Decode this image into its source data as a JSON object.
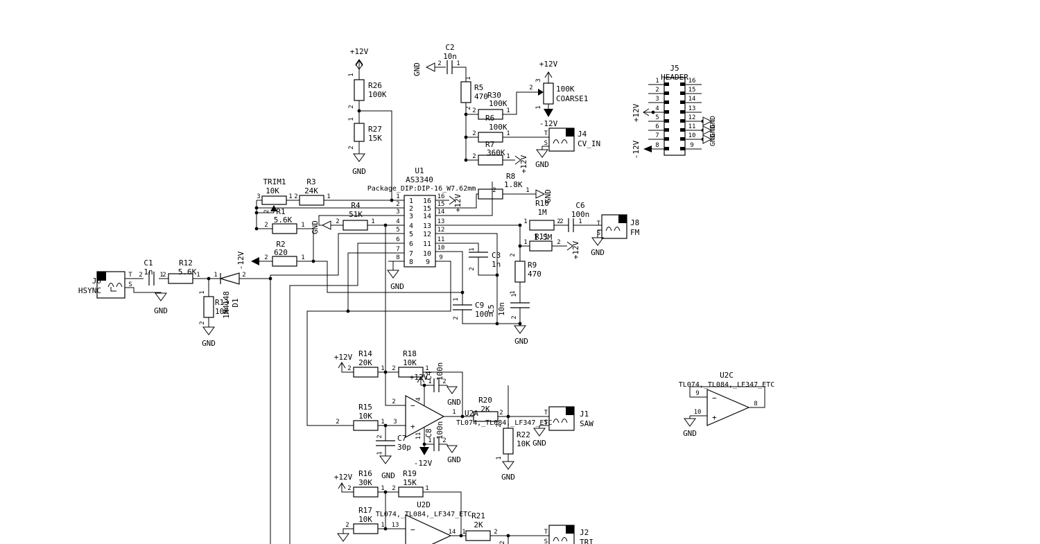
{
  "schematic": {
    "nets": {
      "p12v": "+12V",
      "n12v": "-12V",
      "gnd": "GND"
    },
    "pn": {
      "1": "1",
      "2": "2",
      "3": "3",
      "4": "4",
      "5": "5",
      "6": "6",
      "7": "7",
      "8": "8",
      "9": "9",
      "10": "10",
      "11": "11",
      "12": "12",
      "13": "13",
      "14": "14",
      "15": "15",
      "16": "16",
      "T": "T",
      "S": "S",
      "plus": "+",
      "minus": "−"
    },
    "parts": {
      "R1": {
        "ref": "R1",
        "val": "5.6K"
      },
      "R2": {
        "ref": "R2",
        "val": "620"
      },
      "R3": {
        "ref": "R3",
        "val": "24K"
      },
      "R4": {
        "ref": "R4",
        "val": "51K"
      },
      "R5": {
        "ref": "R5",
        "val": "470"
      },
      "R6": {
        "ref": "R6",
        "val": "100K"
      },
      "R7": {
        "ref": "R7",
        "val": "360K"
      },
      "R8": {
        "ref": "R8",
        "val": "1.8K"
      },
      "R9": {
        "ref": "R9",
        "val": "470"
      },
      "R10": {
        "ref": "R10",
        "val": "1M"
      },
      "R11": {
        "ref": "R11",
        "val": "1.5M"
      },
      "R12": {
        "ref": "R12",
        "val": "5.6K"
      },
      "R13": {
        "ref": "R13",
        "val": "10K"
      },
      "R14": {
        "ref": "R14",
        "val": "20K"
      },
      "R15": {
        "ref": "R15",
        "val": "10K"
      },
      "R16": {
        "ref": "R16",
        "val": "30K"
      },
      "R17": {
        "ref": "R17",
        "val": "10K"
      },
      "R18": {
        "ref": "R18",
        "val": "10K"
      },
      "R19": {
        "ref": "R19",
        "val": "15K"
      },
      "R20": {
        "ref": "R20",
        "val": "2K"
      },
      "R21": {
        "ref": "R21",
        "val": "2K"
      },
      "R22": {
        "ref": "R22",
        "val": "10K"
      },
      "R26": {
        "ref": "R26",
        "val": "100K"
      },
      "R27": {
        "ref": "R27",
        "val": "15K"
      },
      "R30": {
        "ref": "R30",
        "val": "100K"
      },
      "TRIM1": {
        "ref": "TRIM1",
        "val": "10K"
      },
      "COARSE1": {
        "ref": "COARSE1",
        "val": "100K"
      },
      "C1": {
        "ref": "C1",
        "val": "1n"
      },
      "C2": {
        "ref": "C2",
        "val": "10n"
      },
      "C3": {
        "ref": "C3",
        "val": "1n"
      },
      "C4": {
        "ref": "C4",
        "val": "100n"
      },
      "C5": {
        "ref": "C5",
        "val": "10n"
      },
      "C6": {
        "ref": "C6",
        "val": "100n"
      },
      "C7": {
        "ref": "C7",
        "val": "30p"
      },
      "C8": {
        "ref": "C8",
        "val": "100n"
      },
      "C9": {
        "ref": "C9",
        "val": "100n"
      },
      "D1": {
        "ref": "D1",
        "val": "1N4148"
      },
      "U1": {
        "ref": "U1",
        "val": "AS3340",
        "fp": "Package_DIP:DIP-16_W7.62mm"
      },
      "U2A": {
        "ref": "U2A",
        "val": "TL074,_TL084,_LF347_ETC"
      },
      "U2C": {
        "ref": "U2C",
        "val": "TL074,_TL084,_LF347_ETC"
      },
      "U2D": {
        "ref": "U2D",
        "val": "TL074,_TL084,_LF347_ETC"
      },
      "J1": {
        "ref": "J1",
        "val": "SAW"
      },
      "J2": {
        "ref": "J2",
        "val": "TRI"
      },
      "J4": {
        "ref": "J4",
        "val": "CV_IN"
      },
      "J5": {
        "ref": "J5",
        "val": "HEADER"
      },
      "J6": {
        "ref": "J6",
        "val": "HSYNC"
      },
      "J8": {
        "ref": "J8",
        "val": "FM"
      }
    }
  }
}
